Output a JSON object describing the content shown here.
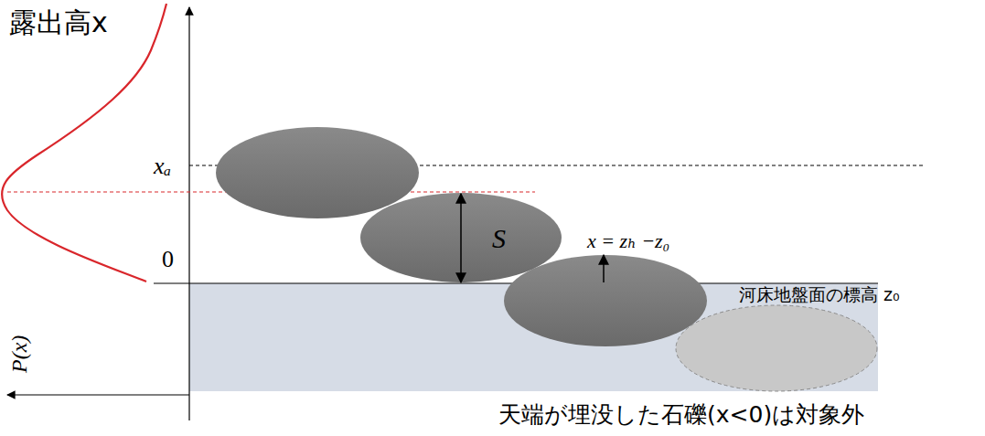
{
  "diagram": {
    "labels": [
      "露出高x",
      "xₐ",
      "0",
      "P(x)",
      "S",
      "x = zₕ −z₀",
      "河床地盤面の標高 z₀",
      "天端が埋没した石礫(x<0)は対象外"
    ]
  }
}
